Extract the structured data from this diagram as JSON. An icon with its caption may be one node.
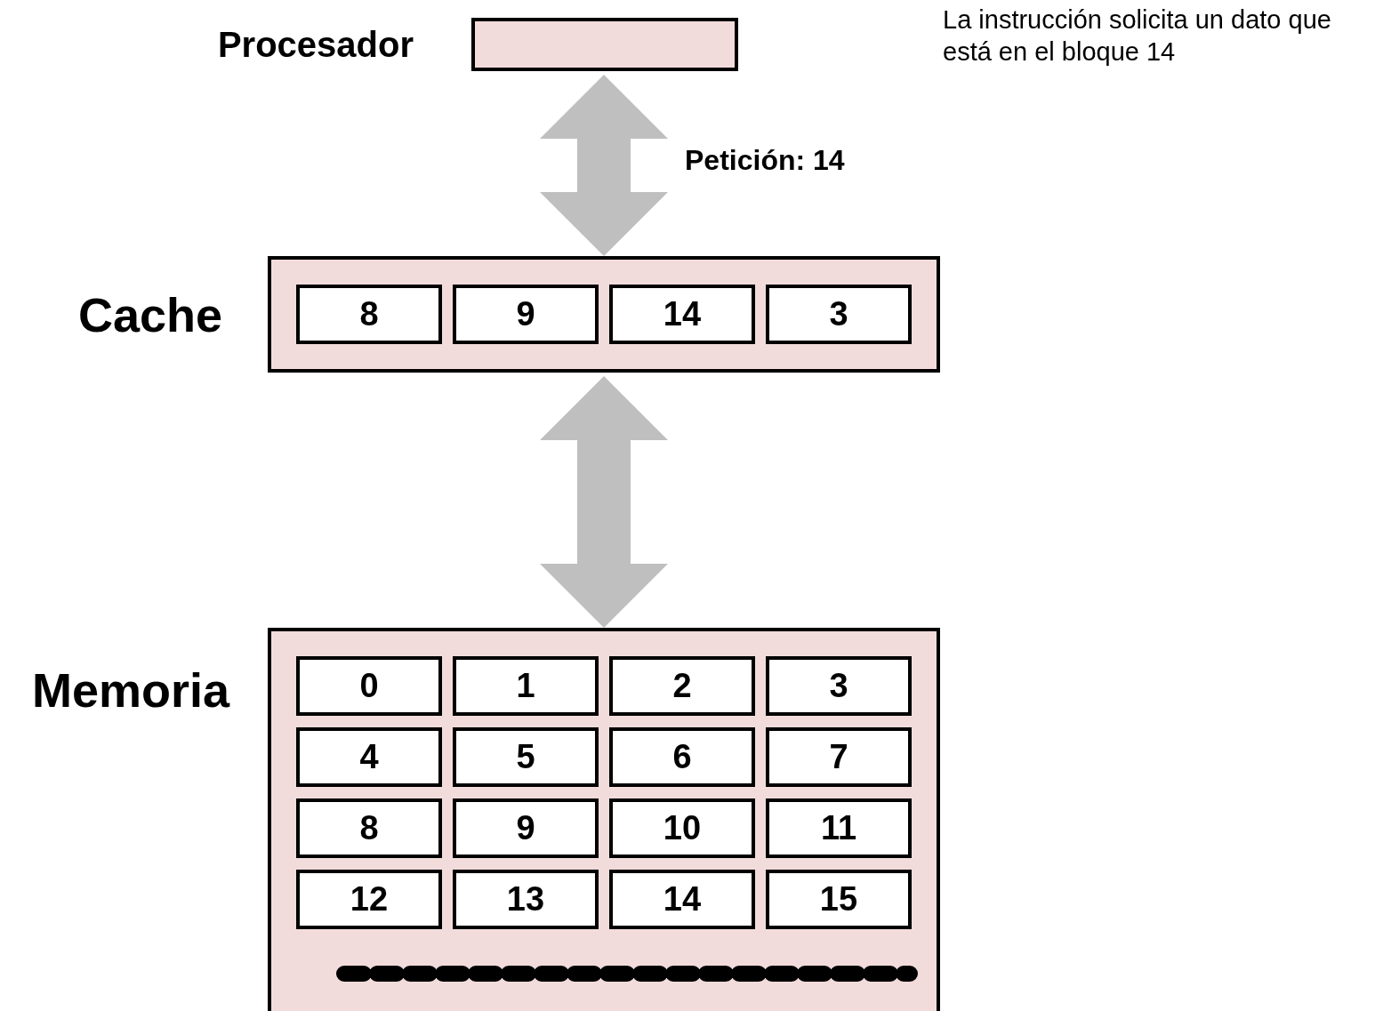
{
  "diagram": {
    "nodes": [
      {
        "text": [
          "Procesador"
        ]
      },
      {
        "text": [
          "Cache"
        ]
      },
      {
        "text": [
          "8"
        ],
        "in": 1
      },
      {
        "text": [
          "9"
        ],
        "in": 1
      },
      {
        "text": [
          "14"
        ],
        "in": 1
      },
      {
        "text": [
          "3"
        ],
        "in": 1
      },
      {
        "text": [
          "Memoria"
        ]
      },
      {
        "text": [
          "0"
        ],
        "in": 6
      },
      {
        "text": [
          "1"
        ],
        "in": 6
      },
      {
        "text": [
          "2"
        ],
        "in": 6
      },
      {
        "text": [
          "3"
        ],
        "in": 6
      },
      {
        "text": [
          "4"
        ],
        "in": 6
      },
      {
        "text": [
          "5"
        ],
        "in": 6
      },
      {
        "text": [
          "6"
        ],
        "in": 6
      },
      {
        "text": [
          "7"
        ],
        "in": 6
      },
      {
        "text": [
          "8"
        ],
        "in": 6
      },
      {
        "text": [
          "9"
        ],
        "in": 6
      },
      {
        "text": [
          "10"
        ],
        "in": 6
      },
      {
        "text": [
          "11"
        ],
        "in": 6
      },
      {
        "text": [
          "12"
        ],
        "in": 6
      },
      {
        "text": [
          "13"
        ],
        "in": 6
      },
      {
        "text": [
          "14"
        ],
        "in": 6
      },
      {
        "text": [
          "15"
        ],
        "in": 6
      }
    ],
    "edges": [
      {
        "from": 0,
        "to": 1,
        "arrow": "both",
        "label": "Petición: 14"
      },
      {
        "from": 1,
        "to": 6,
        "arrow": "both"
      }
    ],
    "labels": [
      "La instrucción solicita un dato que está en el bloque 14"
    ]
  }
}
